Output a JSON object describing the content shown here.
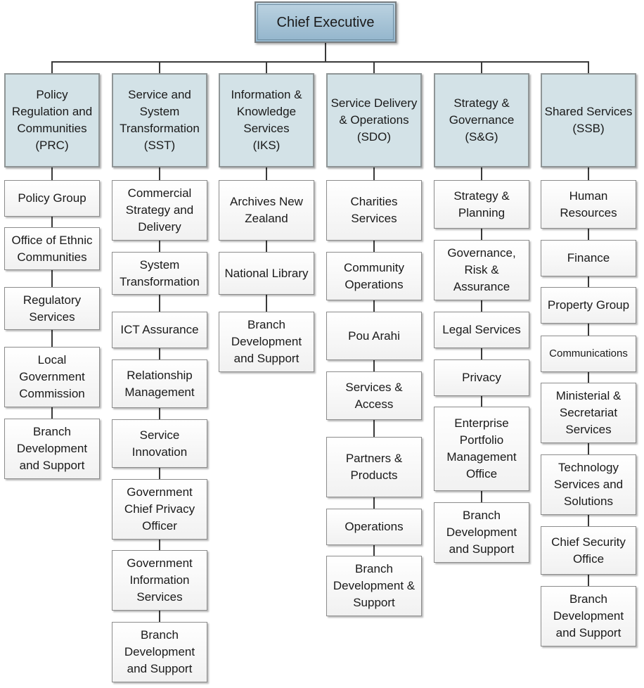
{
  "root": {
    "label": "Chief Executive"
  },
  "groups": [
    {
      "label": "Policy\nRegulation and\nCommunities\n(PRC)",
      "units": [
        "Policy Group",
        "Office of Ethnic\nCommunities",
        "Regulatory\nServices",
        "Local\nGovernment\nCommission",
        "Branch\nDevelopment\nand Support"
      ]
    },
    {
      "label": "Service and\nSystem\nTransformation\n(SST)",
      "units": [
        "Commercial\nStrategy and\nDelivery",
        "System\nTransformation",
        "ICT Assurance",
        "Relationship\nManagement",
        "Service\nInnovation",
        "Government\nChief Privacy\nOfficer",
        "Government\nInformation\nServices",
        "Branch\nDevelopment\nand Support"
      ]
    },
    {
      "label": "Information &\nKnowledge\nServices\n(IKS)",
      "units": [
        "Archives New\nZealand",
        "National Library",
        "Branch\nDevelopment\nand Support"
      ]
    },
    {
      "label": "Service Delivery\n& Operations\n(SDO)",
      "units": [
        "Charities\nServices",
        "Community\nOperations",
        "Pou Arahi",
        "Services &\nAccess",
        "Partners &\nProducts",
        "Operations",
        "Branch\nDevelopment &\nSupport"
      ]
    },
    {
      "label": "Strategy &\nGovernance\n(S&G)",
      "units": [
        "Strategy &\nPlanning",
        "Governance,\nRisk &\nAssurance",
        "Legal Services",
        "Privacy",
        "Enterprise\nPortfolio\nManagement\nOffice",
        "Branch\nDevelopment\nand Support"
      ]
    },
    {
      "label": "Shared Services\n(SSB)",
      "units": [
        "Human\nResources",
        "Finance",
        "Property Group",
        "Communications",
        "Ministerial &\nSecretariat\nServices",
        "Technology\nServices and\nSolutions",
        "Chief Security\nOffice",
        "Branch\nDevelopment\nand Support"
      ]
    }
  ]
}
